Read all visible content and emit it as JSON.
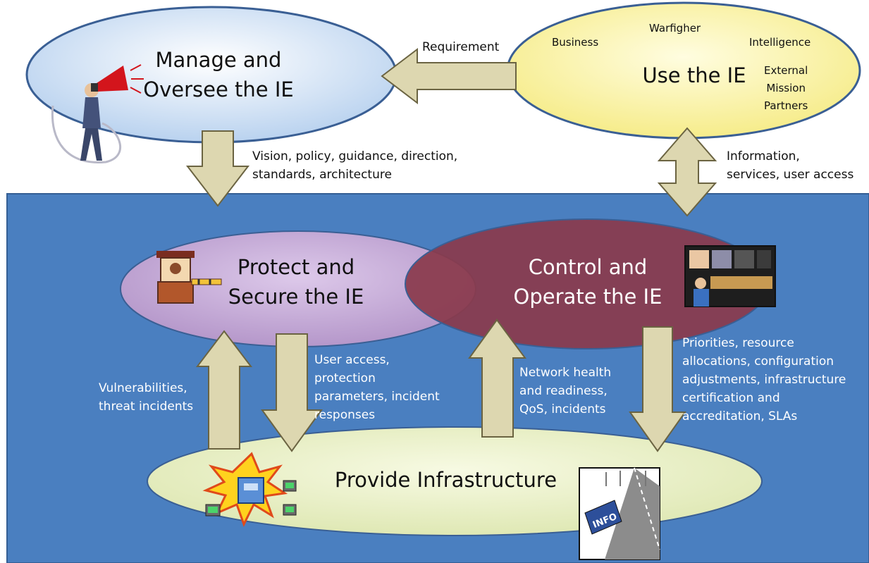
{
  "nodes": {
    "manage": "Manage and\nOversee the IE",
    "use": "Use the IE",
    "protect": "Protect and\nSecure the IE",
    "control": "Control and\nOperate the IE",
    "provide": "Provide Infrastructure"
  },
  "users": {
    "business": "Business",
    "warfighter": "Warfigher",
    "intelligence": "Intelligence",
    "external": "External\nMission\nPartners"
  },
  "flows": {
    "requirement": "Requirement",
    "vision": "Vision, policy, guidance, direction,\nstandards, architecture",
    "information": "Information,\nservices, user access",
    "vulnerabilities": "Vulnerabilities,\nthreat incidents",
    "user_access": "User access,\nprotection\nparameters, incident\nresponses",
    "network_health": "Network health\nand readiness,\nQoS,  incidents",
    "priorities": "Priorities, resource\nallocations, configuration\nadjustments, infrastructure\ncertification and\naccreditation, SLAs"
  },
  "clipart": {
    "megaphone": "megaphone-person",
    "guard": "guard-booth",
    "control_room": "control-room-operator",
    "network": "network-burst",
    "road": "info-highway",
    "road_sign": "INFO"
  },
  "colors": {
    "panel": "#4a7fc0",
    "arrow_fill": "#ddd7b0",
    "arrow_stroke": "#6b6442",
    "manage": "#c9def3",
    "use": "#fdf6a6",
    "protect": "#c7b0d8",
    "control": "#8a3a4c",
    "provide": "#e9efc7"
  }
}
